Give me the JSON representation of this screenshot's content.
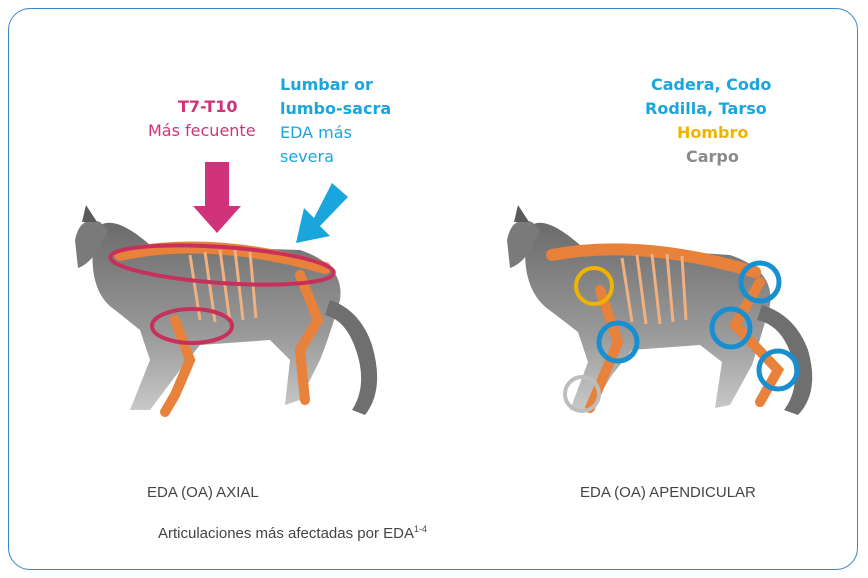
{
  "colors": {
    "magenta": "#d0337a",
    "blue": "#1aa6dc",
    "gold": "#f0b400",
    "gray": "#8a8a8a",
    "frame": "#3a86c8"
  },
  "axial_labels": {
    "region": "T7-T10",
    "frequency": "Más fecuente",
    "lumbar_line1": "Lumbar or",
    "lumbar_line2": "lumbo-sacra",
    "severity_line1": "EDA más",
    "severity_line2": "severa"
  },
  "appendicular_labels": {
    "hip_elbow": "Cadera, Codo",
    "knee_tarsus": "Rodilla, Tarso",
    "shoulder": "Hombro",
    "carpus": "Carpo"
  },
  "captions": {
    "axial": "EDA (OA) AXIAL",
    "appendicular": "EDA (OA) APENDICULAR",
    "footer": "Articulaciones más afectadas por EDA",
    "footer_ref": "1-4"
  }
}
